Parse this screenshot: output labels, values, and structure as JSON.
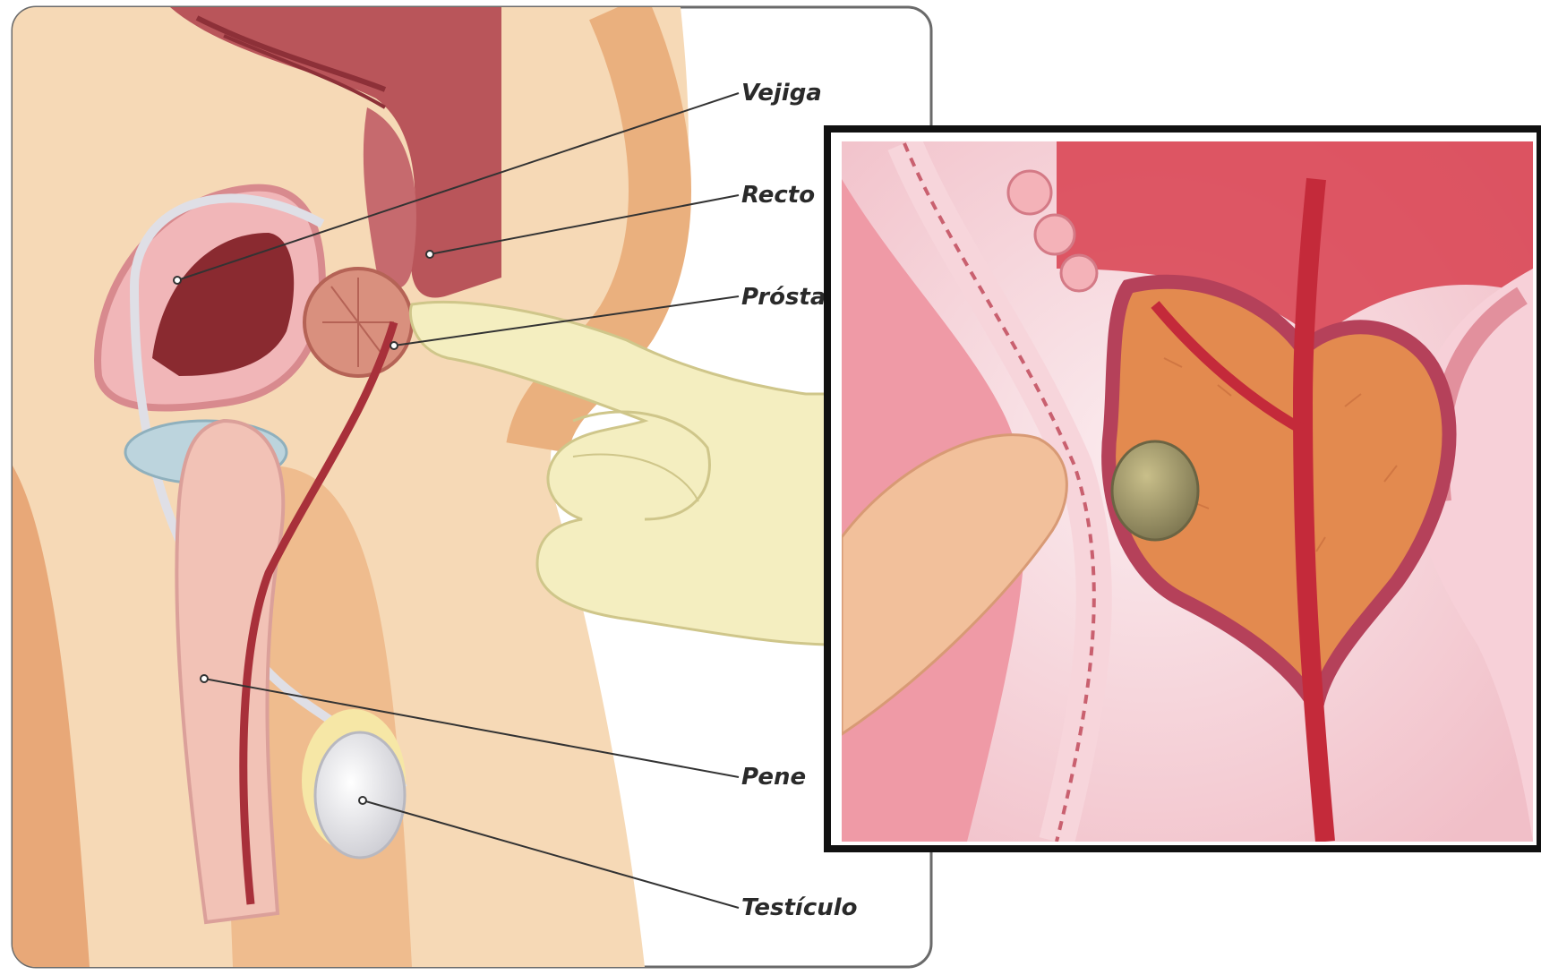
{
  "diagram": {
    "labels": {
      "bladder": "Vejiga",
      "rectum": "Recto",
      "prostate": "Próstata",
      "penis": "Pene",
      "testicle": "Testículo"
    }
  },
  "colors": {
    "skin": "#f3c9a0",
    "skin_dark": "#e2a070",
    "muscle": "#b8555a",
    "urethra": "#a8303a",
    "glove": "#f4eec0",
    "inset_bg": "#f8dde2",
    "prostate_tissue": "#e38a4f",
    "tumor": "#9c9468"
  }
}
